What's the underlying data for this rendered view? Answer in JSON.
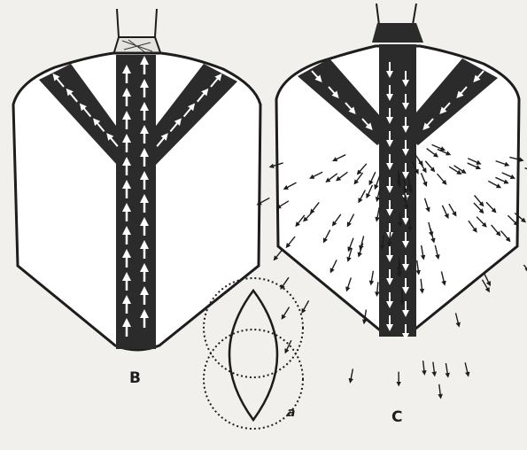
{
  "figure": {
    "label_b": "B",
    "label_c": "C",
    "label_a": "a"
  },
  "colors": {
    "paper": "#f1f0ec",
    "ink": "#1d1d1d",
    "band": "#2b2b2b",
    "arrow_light": "#ffffff",
    "ghost": "#d9d7d1"
  },
  "icons": {
    "left_garment": "chasuble-with-y-cross-upward-arrows",
    "right_garment": "chasuble-with-radiating-arrows",
    "small_diagram": "vesica-with-dotted-circles"
  }
}
